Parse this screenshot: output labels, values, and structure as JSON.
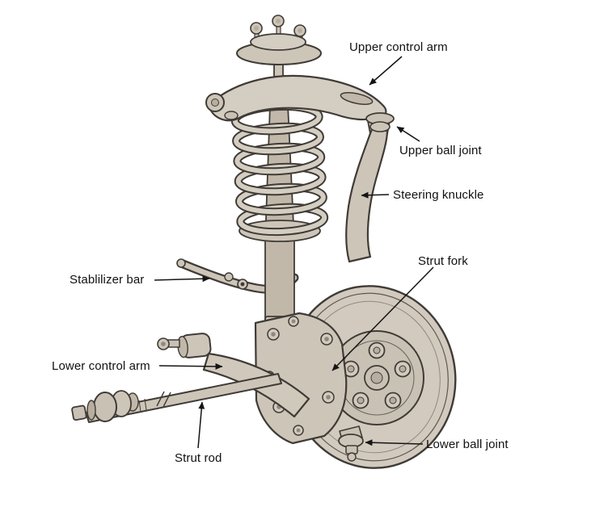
{
  "figure": {
    "labels": {
      "upper_control_arm": "Upper control arm",
      "upper_ball_joint": "Upper ball joint",
      "steering_knuckle": "Steering knuckle",
      "strut_fork": "Strut fork",
      "stabilizer_bar": "Stablilizer bar",
      "lower_control_arm": "Lower control arm",
      "strut_rod": "Strut rod",
      "lower_ball_joint": "Lower ball joint"
    },
    "colors": {
      "background": "#ffffff",
      "outline": "#3f3b36",
      "metal_light": "#d4cdc1",
      "metal_mid": "#cdc5b8",
      "metal_dark": "#b7aea0",
      "leader_line": "#151515",
      "label_text": "#111111"
    }
  }
}
